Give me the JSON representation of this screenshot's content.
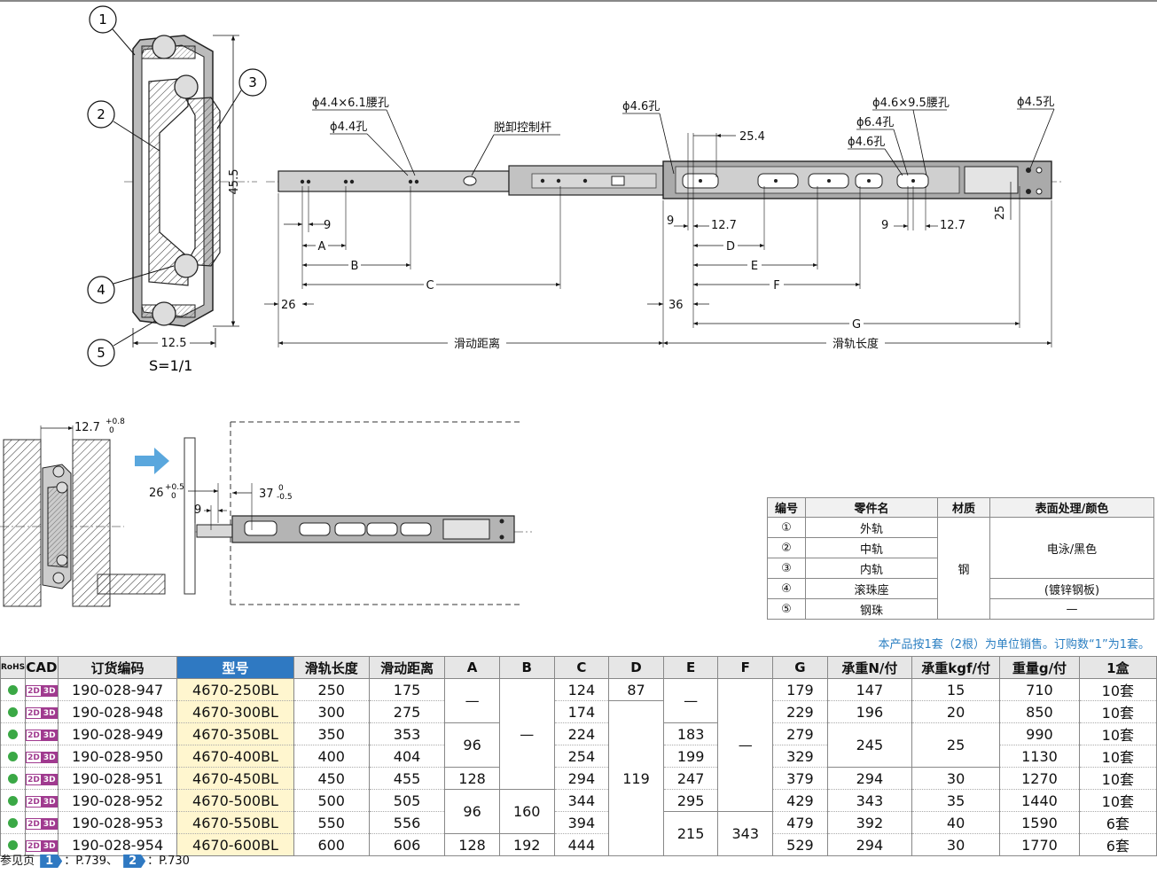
{
  "drawing": {
    "callouts": [
      "1",
      "2",
      "3",
      "4",
      "5"
    ],
    "scale": "S=1/1",
    "section_width": "12.5",
    "section_height": "45.5",
    "hole_labels": [
      "ϕ4.4×6.1腰孔",
      "ϕ4.4孔",
      "脱卸控制杆",
      "ϕ4.6孔",
      "ϕ4.6×9.5腰孔",
      "ϕ6.4孔",
      "ϕ4.6孔",
      "ϕ4.5孔"
    ],
    "dims_left": [
      "9",
      "A",
      "B",
      "C",
      "26"
    ],
    "dims_right": [
      "25.4",
      "9",
      "12.7",
      "D",
      "E",
      "F",
      "36",
      "G",
      "9",
      "12.7",
      "25"
    ],
    "travel_label": "滑动距离",
    "length_label": "滑轨长度",
    "install": {
      "gap": "12.7",
      "gap_tol_upper": "+0.8",
      "gap_tol_lower": "0",
      "front": "26",
      "front_tol_upper": "+0.5",
      "front_tol_lower": "0",
      "pitch": "9",
      "offset": "37",
      "offset_tol_upper": "0",
      "offset_tol_lower": "-0.5"
    },
    "colors": {
      "arrow": "#5aa7dd",
      "accent": "#2f79c2"
    }
  },
  "parts": {
    "headers": [
      "编号",
      "零件名",
      "材质",
      "表面处理/颜色"
    ],
    "rows": [
      {
        "no": "①",
        "name": "外轨"
      },
      {
        "no": "②",
        "name": "中轨"
      },
      {
        "no": "③",
        "name": "内轨"
      },
      {
        "no": "④",
        "name": "滚珠座"
      },
      {
        "no": "⑤",
        "name": "钢珠"
      }
    ],
    "material": "钢",
    "finish_main": "电泳/黑色",
    "finish_seat": "(镀锌钢板)",
    "finish_ball": "—"
  },
  "note": "本产品按1套（2根）为单位销售。订购数“1”为1套。",
  "spec": {
    "headers": [
      "RoHS",
      "CAD",
      "订货编码",
      "型号",
      "滑轨长度",
      "滑动距离",
      "A",
      "B",
      "C",
      "D",
      "E",
      "F",
      "G",
      "承重N/付",
      "承重kgf/付",
      "重量g/付",
      "1盒"
    ],
    "cad_2d": "2D",
    "cad_3d": "3D",
    "rows": [
      {
        "code": "190-028-947",
        "model": "4670-250BL",
        "len": "250",
        "travel": "175",
        "A": "—",
        "B": "—",
        "C": "124",
        "D": "87",
        "E": "—",
        "F": "—",
        "G": "179",
        "N": "147",
        "kgf": "15",
        "g": "710",
        "box": "10套"
      },
      {
        "code": "190-028-948",
        "model": "4670-300BL",
        "len": "300",
        "travel": "275",
        "C": "174",
        "G": "229",
        "N": "196",
        "kgf": "20",
        "g": "850",
        "box": "10套"
      },
      {
        "code": "190-028-949",
        "model": "4670-350BL",
        "len": "350",
        "travel": "353",
        "A": "96",
        "C": "224",
        "D": "119",
        "E": "183",
        "G": "279",
        "N": "245",
        "kgf": "25",
        "g": "990",
        "box": "10套"
      },
      {
        "code": "190-028-950",
        "model": "4670-400BL",
        "len": "400",
        "travel": "404",
        "C": "254",
        "E": "199",
        "G": "329",
        "g": "1130",
        "box": "10套"
      },
      {
        "code": "190-028-951",
        "model": "4670-450BL",
        "len": "450",
        "travel": "455",
        "A": "128",
        "C": "294",
        "E": "247",
        "G": "379",
        "N": "294",
        "kgf": "30",
        "g": "1270",
        "box": "10套"
      },
      {
        "code": "190-028-952",
        "model": "4670-500BL",
        "len": "500",
        "travel": "505",
        "A": "96",
        "B": "160",
        "C": "344",
        "E": "295",
        "G": "429",
        "N": "343",
        "kgf": "35",
        "g": "1440",
        "box": "10套"
      },
      {
        "code": "190-028-953",
        "model": "4670-550BL",
        "len": "550",
        "travel": "556",
        "C": "394",
        "E": "215",
        "F": "343",
        "G": "479",
        "N": "392",
        "kgf": "40",
        "g": "1590",
        "box": "6套"
      },
      {
        "code": "190-028-954",
        "model": "4670-600BL",
        "len": "600",
        "travel": "606",
        "A": "128",
        "B": "192",
        "C": "444",
        "G": "529",
        "N": "294",
        "kgf": "30",
        "g": "1770",
        "box": "6套"
      }
    ]
  },
  "footer": {
    "prefix": "参见页",
    "ref1_tag": "1",
    "ref1_text": "：P.739、",
    "ref2_tag": "2",
    "ref2_text": "：P.730"
  }
}
